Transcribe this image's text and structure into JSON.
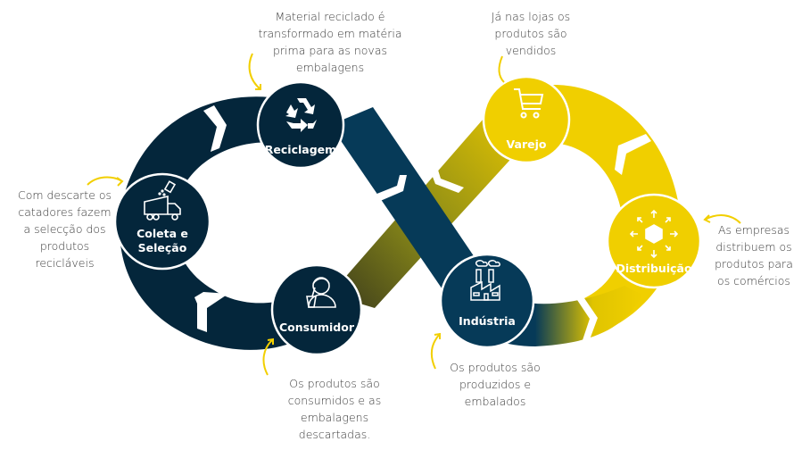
{
  "colors": {
    "navy": "#04263b",
    "navy_mid": "#063a58",
    "yellow": "#f0cf00",
    "olive": "#4d4d1f",
    "arrow": "#f2cf00",
    "caption_text": "#3a3a3a"
  },
  "nodes": [
    {
      "id": "reciclagem",
      "label": "Reciclagem",
      "icon": "recycle-icon",
      "loop": "left"
    },
    {
      "id": "coleta",
      "label_line1": "Coleta e",
      "label_line2": "Seleção",
      "icon": "garbage-truck-icon",
      "loop": "left"
    },
    {
      "id": "consumidor",
      "label": "Consumidor",
      "icon": "person-drinking-icon",
      "loop": "left"
    },
    {
      "id": "industria",
      "label": "Indústria",
      "icon": "factory-icon",
      "loop": "right"
    },
    {
      "id": "varejo",
      "label": "Varejo",
      "icon": "shopping-cart-icon",
      "loop": "right"
    },
    {
      "id": "distribuicao",
      "label": "Distribuição",
      "icon": "box-distribution-icon",
      "loop": "right"
    }
  ],
  "captions": {
    "reciclagem": "Material reciclado é\ntransformado em matéria\nprima para as novas\nembalagens",
    "varejo": "Já nas lojas os\nprodutos são\nvendidos",
    "coleta": "Com descarte os\ncatadores fazem\na selecção dos\nprodutos\nrecicláveis",
    "distribuicao": "As empresas\ndistribuem os\nprodutos para\nos comércios",
    "consumidor": "Os produtos são\nconsumidos e as\nembalagens\ndescartadas.",
    "industria": "Os produtos são\nproduzidos e\nembalados"
  }
}
